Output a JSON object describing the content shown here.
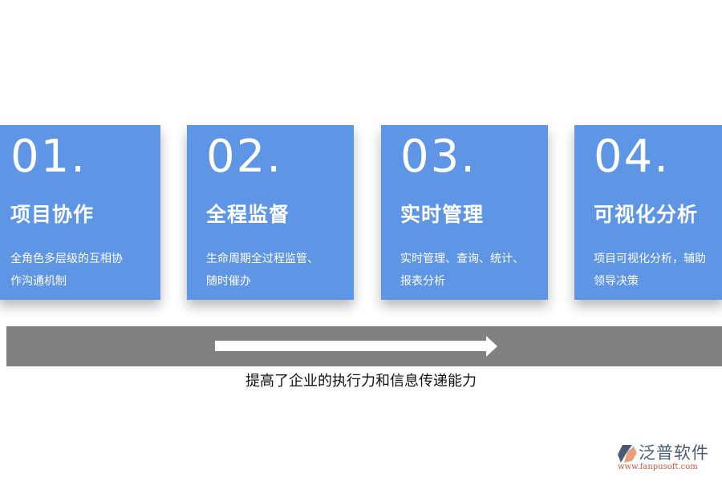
{
  "cards": [
    {
      "number": "01.",
      "title": "项目协作",
      "description_lines": [
        "全角色多层级的互相协",
        "作沟通机制"
      ]
    },
    {
      "number": "02.",
      "title": "全程监督",
      "description_lines": [
        "生命周期全过程监管、",
        "随时催办"
      ]
    },
    {
      "number": "03.",
      "title": "实时管理",
      "description_lines": [
        "实时管理、查询、统计、",
        "报表分析"
      ]
    },
    {
      "number": "04.",
      "title": "可视化分析",
      "description_lines": [
        "项目可视化分析，辅助",
        "领导决策"
      ]
    }
  ],
  "flow_bar": {
    "arrow_icon": "right-arrow-icon",
    "caption": "提高了企业的执行力和信息传递能力"
  },
  "logo": {
    "brand": "泛普软件",
    "url": "www.fanpusoft.com"
  },
  "colors": {
    "card_bg": "#5e95e4",
    "bar_bg": "#808080",
    "logo_text": "#4a5a74",
    "logo_url": "#c65a3a"
  }
}
